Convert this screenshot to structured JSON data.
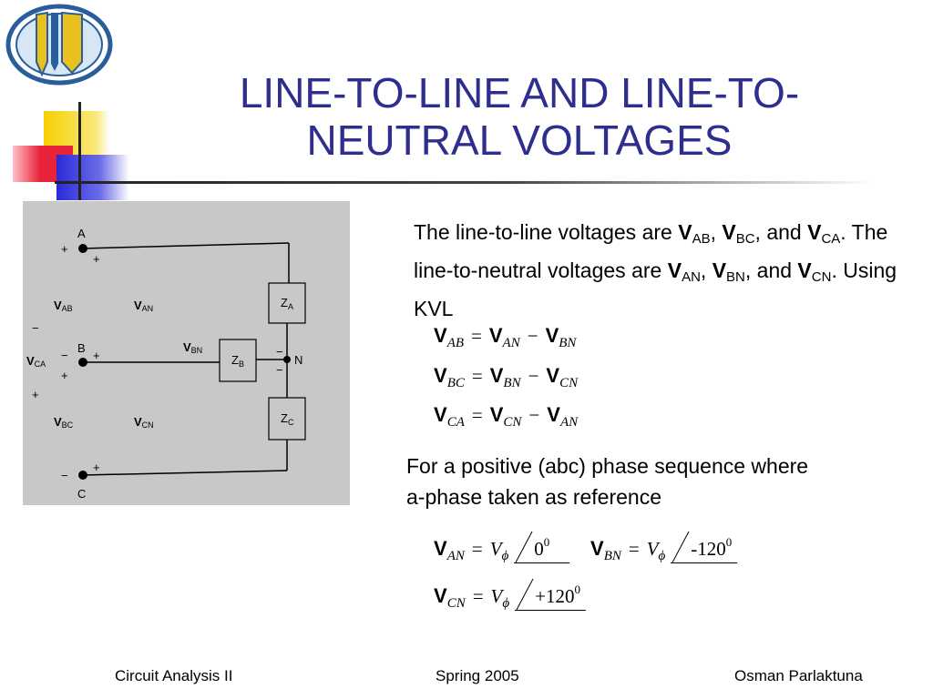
{
  "title": {
    "line1": "LINE-TO-LINE AND LINE-TO-",
    "line2": "NEUTRAL VOLTAGES"
  },
  "circuit": {
    "nodes": {
      "a": "A",
      "b": "B",
      "c": "C",
      "n": "N"
    },
    "impedances": {
      "za": "Z",
      "za_sub": "A",
      "zb": "Z",
      "zb_sub": "B",
      "zc": "Z",
      "zc_sub": "C"
    },
    "voltages": {
      "vab": "V",
      "vab_sub": "AB",
      "van": "V",
      "van_sub": "AN",
      "vbn": "V",
      "vbn_sub": "BN",
      "vca": "V",
      "vca_sub": "CA",
      "vbc": "V",
      "vbc_sub": "BC",
      "vcn": "V",
      "vcn_sub": "CN"
    },
    "plus": "+",
    "minus": "−"
  },
  "intro": {
    "t1": "The line-to-line voltages are ",
    "v1": "V",
    "s1": "AB",
    "c1": ", ",
    "v2": "V",
    "s2": "BC",
    "c2": ", and ",
    "v3": "V",
    "s3": "CA",
    "t2": ". The line-to-neutral voltages are ",
    "v4": "V",
    "s4": "AN",
    "c4": ", ",
    "v5": "V",
    "s5": "BN",
    "c5": ", and ",
    "v6": "V",
    "s6": "CN",
    "t3": ". Using KVL"
  },
  "kvl": [
    {
      "l": "V",
      "ls": "AB",
      "eq": "=",
      "a": "V",
      "as": "AN",
      "op": "−",
      "b": "V",
      "bs": "BN"
    },
    {
      "l": "V",
      "ls": "BC",
      "eq": "=",
      "a": "V",
      "as": "BN",
      "op": "−",
      "b": "V",
      "bs": "CN"
    },
    {
      "l": "V",
      "ls": "CA",
      "eq": "=",
      "a": "V",
      "as": "CN",
      "op": "−",
      "b": "V",
      "bs": "AN"
    }
  ],
  "positive_seq": {
    "line1": "For a positive (abc) phase sequence where",
    "line2": "a-phase taken as reference"
  },
  "phasors": [
    {
      "v": "V",
      "vs": "AN",
      "eq": "=",
      "mag": "V",
      "mag_sub": "ϕ",
      "angle": "0",
      "deg": "0"
    },
    {
      "v": "V",
      "vs": "BN",
      "eq": "=",
      "mag": "V",
      "mag_sub": "ϕ",
      "angle": "-120",
      "deg": "0"
    },
    {
      "v": "V",
      "vs": "CN",
      "eq": "=",
      "mag": "V",
      "mag_sub": "ϕ",
      "angle": "+120",
      "deg": "0"
    }
  ],
  "footer": {
    "left": "Circuit Analysis II",
    "center": "Spring 2005",
    "right": "Osman Parlaktuna"
  },
  "colors": {
    "title": "#2e2e8f",
    "logo_ring": "#2a5d9c",
    "logo_book": "#e8c020",
    "deco_yellow": "#f5d000",
    "deco_red": "#e8243a",
    "deco_blue": "#2a2ad8"
  }
}
